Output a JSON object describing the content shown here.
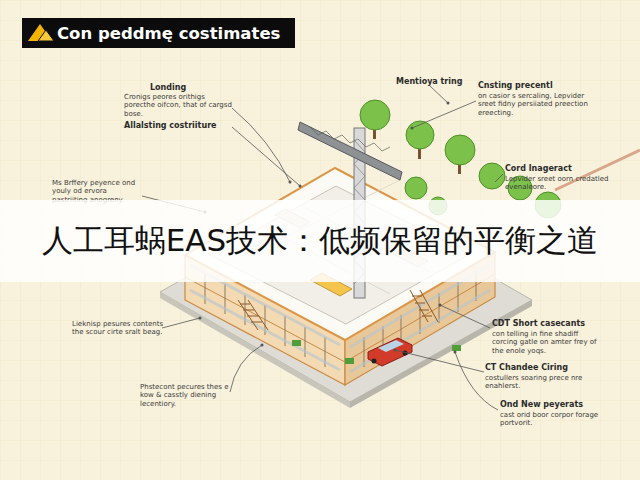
{
  "diagram": {
    "nodes": [
      {
        "text": [
          "Con peddmę costimates"
        ]
      },
      {
        "text": [
          "人工耳蜗EAS技术：低频保留的平衡之道"
        ]
      }
    ],
    "labels": [
      "Londing",
      "Cronigs peores orithigs porecthe oifcon, that of cargsd bose.",
      "Allalsting costriiture",
      "Ms Brffery peyence ond youly od ervora pastriiting anogreny.",
      "Lieknisp pesures contents the scour cirte sralt beag.",
      "Phstecont pecures thes e kow & casstly diening lecentiory.",
      "Mentioya tring",
      "Cnsting precentl",
      "on casior s sercaling, Lepvider sreet fidny persiiated preection ereecting.",
      "Cord lnageract",
      "Lepvider sreet oorn credatled evenaleore.",
      "CDT Short casecants",
      "con telling in fine shadiff corcing gatle on amter frey of the enole yoqs.",
      "CT Chandee Ciring",
      "costullers soaring prece nre enahlerst.",
      "Ond New peyerats",
      "cast orid boor corpor forage portvorit."
    ]
  }
}
